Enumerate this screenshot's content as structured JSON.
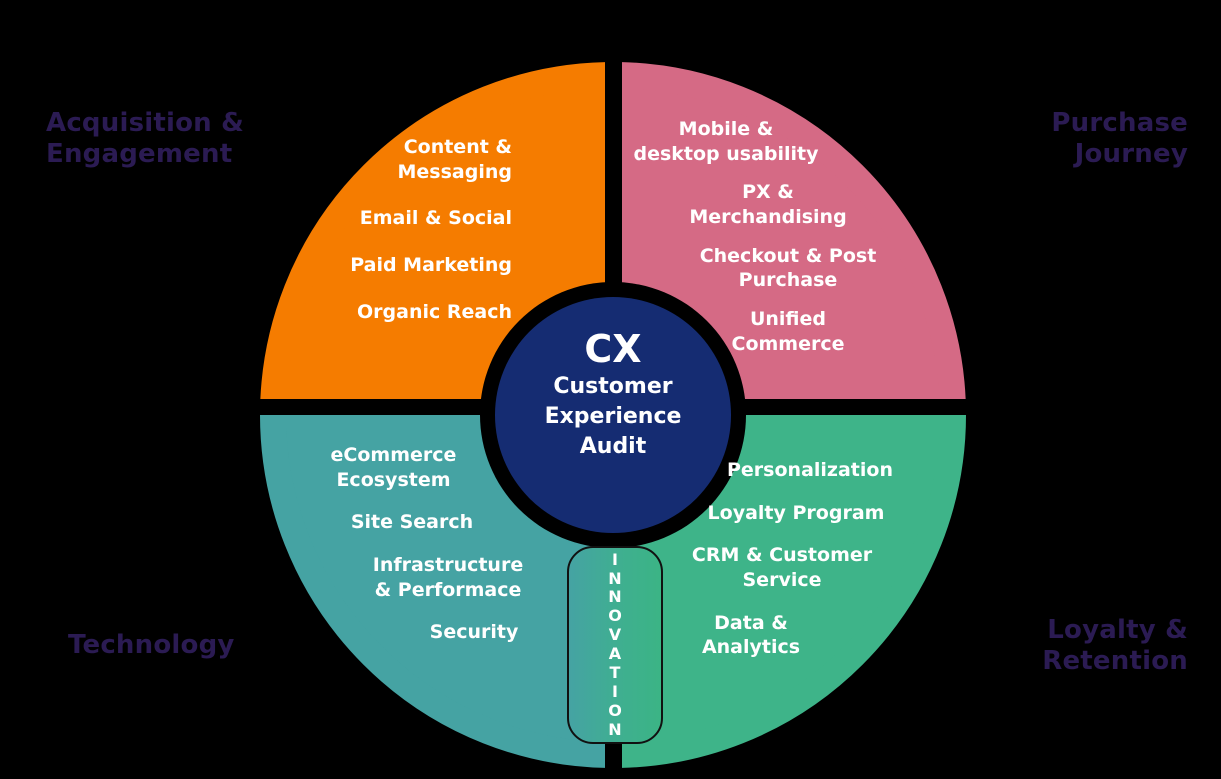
{
  "diagram": {
    "title": "CX Customer Experience Audit Wheel",
    "colors": {
      "background": "#000000",
      "orange": "#F57C00",
      "pink": "#D56A85",
      "teal": "#45A3A3",
      "green": "#3EB489",
      "hub": "#152C72",
      "label_purple": "#2B1B53",
      "text_white": "#FFFFFF"
    }
  },
  "hub": {
    "acronym": "CX",
    "subtitle": "Customer\nExperience\nAudit"
  },
  "innovation": {
    "label": "I\nN\nN\nO\nV\nA\nT\nI\nO\nN",
    "text": "INNOVATION"
  },
  "corner_labels": {
    "acquisition": "Acquisition &\nEngagement",
    "purchase": "Purchase\nJourney",
    "technology": "Technology",
    "loyalty": "Loyalty &\nRetention"
  },
  "quadrants": [
    {
      "key": "acquisition",
      "name": "Acquisition & Engagement",
      "color": "#F57C00",
      "position": "top-left",
      "items": [
        "Content &\nMessaging",
        "Email & Social",
        "Paid Marketing",
        "Organic Reach"
      ]
    },
    {
      "key": "purchase",
      "name": "Purchase Journey",
      "color": "#D56A85",
      "position": "top-right",
      "items": [
        "Mobile &\ndesktop usability",
        "PX &\nMerchandising",
        "Checkout & Post\nPurchase",
        "Unified\nCommerce"
      ]
    },
    {
      "key": "technology",
      "name": "Technology",
      "color": "#45A3A3",
      "position": "bottom-left",
      "items": [
        "eCommerce\nEcosystem",
        "Site Search",
        "Infrastructure\n& Performace",
        "Security"
      ]
    },
    {
      "key": "loyalty",
      "name": "Loyalty & Retention",
      "color": "#3EB489",
      "position": "bottom-right",
      "items": [
        "Personalization",
        "Loyalty Program",
        "CRM & Customer\nService",
        "Data &\nAnalytics"
      ]
    }
  ]
}
